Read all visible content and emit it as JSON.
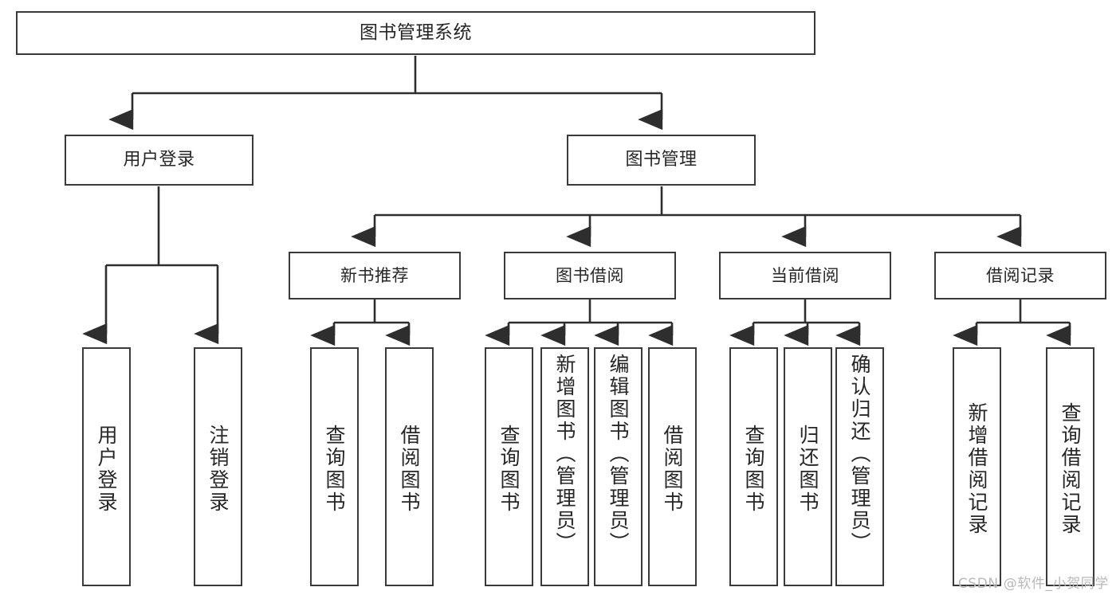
{
  "diagram": {
    "title": "图书管理系统",
    "type": "tree",
    "watermark": "CSDN @软件_小贺同学",
    "colors": {
      "node_border": "#3a3a3a",
      "node_fill": "#ffffff",
      "edge": "#2e2e2e",
      "text": "#262626",
      "watermark": "#b9b9b9",
      "background": "#ffffff"
    },
    "nodes": {
      "root": {
        "label": "图书管理系统"
      },
      "level2": [
        {
          "label": "用户登录"
        },
        {
          "label": "图书管理"
        }
      ],
      "level3": [
        {
          "label": "新书推荐"
        },
        {
          "label": "图书借阅"
        },
        {
          "label": "当前借阅"
        },
        {
          "label": "借阅记录"
        }
      ],
      "leaves": {
        "user_login": [
          {
            "label": "用户登录"
          },
          {
            "label": "注销登录"
          }
        ],
        "new_book_recommend": [
          {
            "label": "查询图书"
          },
          {
            "label": "借阅图书"
          }
        ],
        "book_borrow": [
          {
            "label": "查询图书"
          },
          {
            "label": "新增图书（管理员）"
          },
          {
            "label": "编辑图书（管理员）"
          },
          {
            "label": "借阅图书"
          }
        ],
        "current_borrow": [
          {
            "label": "查询图书"
          },
          {
            "label": "归还图书"
          },
          {
            "label": "确认归还（管理员）"
          }
        ],
        "borrow_record": [
          {
            "label": "新增借阅记录"
          },
          {
            "label": "查询借阅记录"
          }
        ]
      }
    }
  }
}
